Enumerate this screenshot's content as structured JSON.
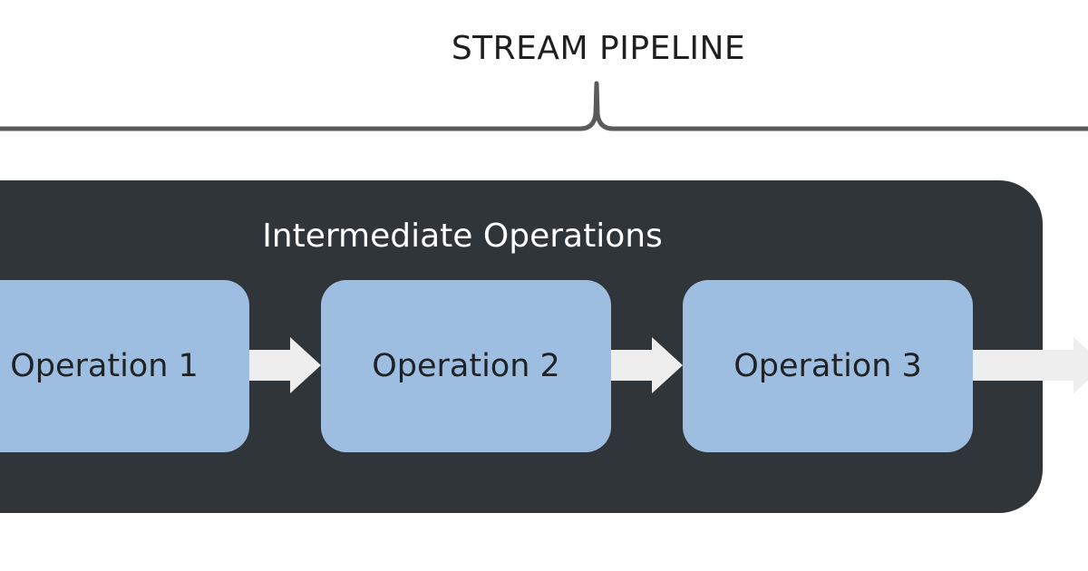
{
  "diagram": {
    "title": "STREAM PIPELINE",
    "container": {
      "title": "Intermediate Operations",
      "background_color": "#2f3539"
    },
    "operations": [
      {
        "label": "Operation 1"
      },
      {
        "label": "Operation 2"
      },
      {
        "label": "Operation 3"
      }
    ],
    "colors": {
      "operation_fill": "#9dbee1",
      "arrow_fill": "#eeeeee",
      "brace_stroke": "#5a5a5a",
      "text_dark": "#1f1f1f",
      "text_light": "#ffffff"
    }
  }
}
